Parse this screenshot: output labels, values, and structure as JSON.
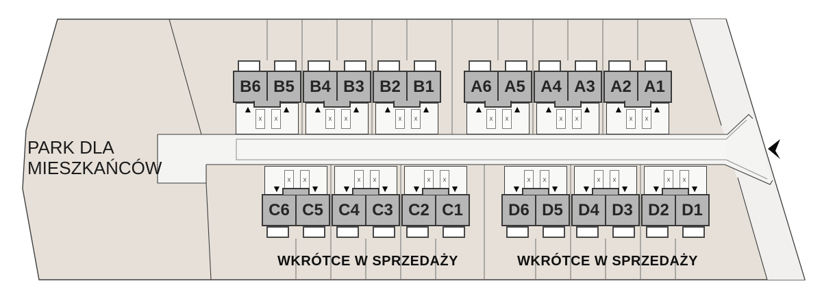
{
  "park": {
    "line1": "PARK DLA",
    "line2": "MIESZKAŃCÓW"
  },
  "notices": {
    "left": "WKRÓTCE W SPRZEDAŻY",
    "right": "WKRÓTCE W SPRZEDAŻY"
  },
  "rows": {
    "B": {
      "units": [
        "B6",
        "B5",
        "B4",
        "B3",
        "B2",
        "B1"
      ]
    },
    "A": {
      "units": [
        "A6",
        "A5",
        "A4",
        "A3",
        "A2",
        "A1"
      ]
    },
    "C": {
      "units": [
        "C6",
        "C5",
        "C4",
        "C3",
        "C2",
        "C1"
      ]
    },
    "D": {
      "units": [
        "D6",
        "D5",
        "D4",
        "D3",
        "D2",
        "D1"
      ]
    }
  },
  "marks": {
    "parking_space": "x"
  },
  "icons": {
    "entrance_up": "▲",
    "entrance_down": "▼",
    "entrance_arrow": "◀"
  },
  "colors": {
    "site": "#e6e0d8",
    "street": "#f1f0ee",
    "road": "#f4f4f3",
    "roadway": "#f6f6f5",
    "unit_fill": "#b6b6b6",
    "outline": "#3a3a3a"
  }
}
